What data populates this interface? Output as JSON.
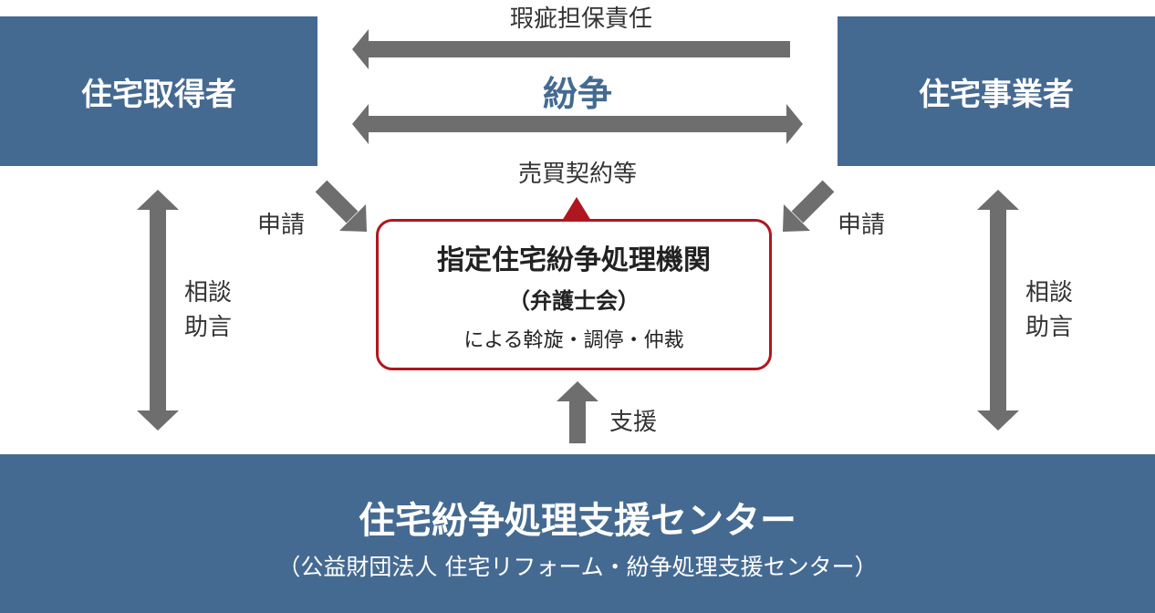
{
  "parties": {
    "acquirer": "住宅取得者",
    "business": "住宅事業者"
  },
  "relations": {
    "warranty": "瑕疵担保責任",
    "dispute": "紛争",
    "contract": "売買契約等"
  },
  "flows": {
    "apply_left": "申請",
    "apply_right": "申請",
    "consult_left": "相談",
    "advice_left": "助言",
    "consult_right": "相談",
    "advice_right": "助言",
    "support": "支援"
  },
  "organization": {
    "name": "指定住宅紛争処理機関",
    "sub": "（弁護士会）",
    "description": "による斡旋・調停・仲裁"
  },
  "center": {
    "title": "住宅紛争処理支援センター",
    "subtitle": "（公益財団法人 住宅リフォーム・紛争処理支援センター）"
  },
  "colors": {
    "box": "#456a92",
    "arrow": "#6e6e6e",
    "accent": "#b0161f"
  }
}
